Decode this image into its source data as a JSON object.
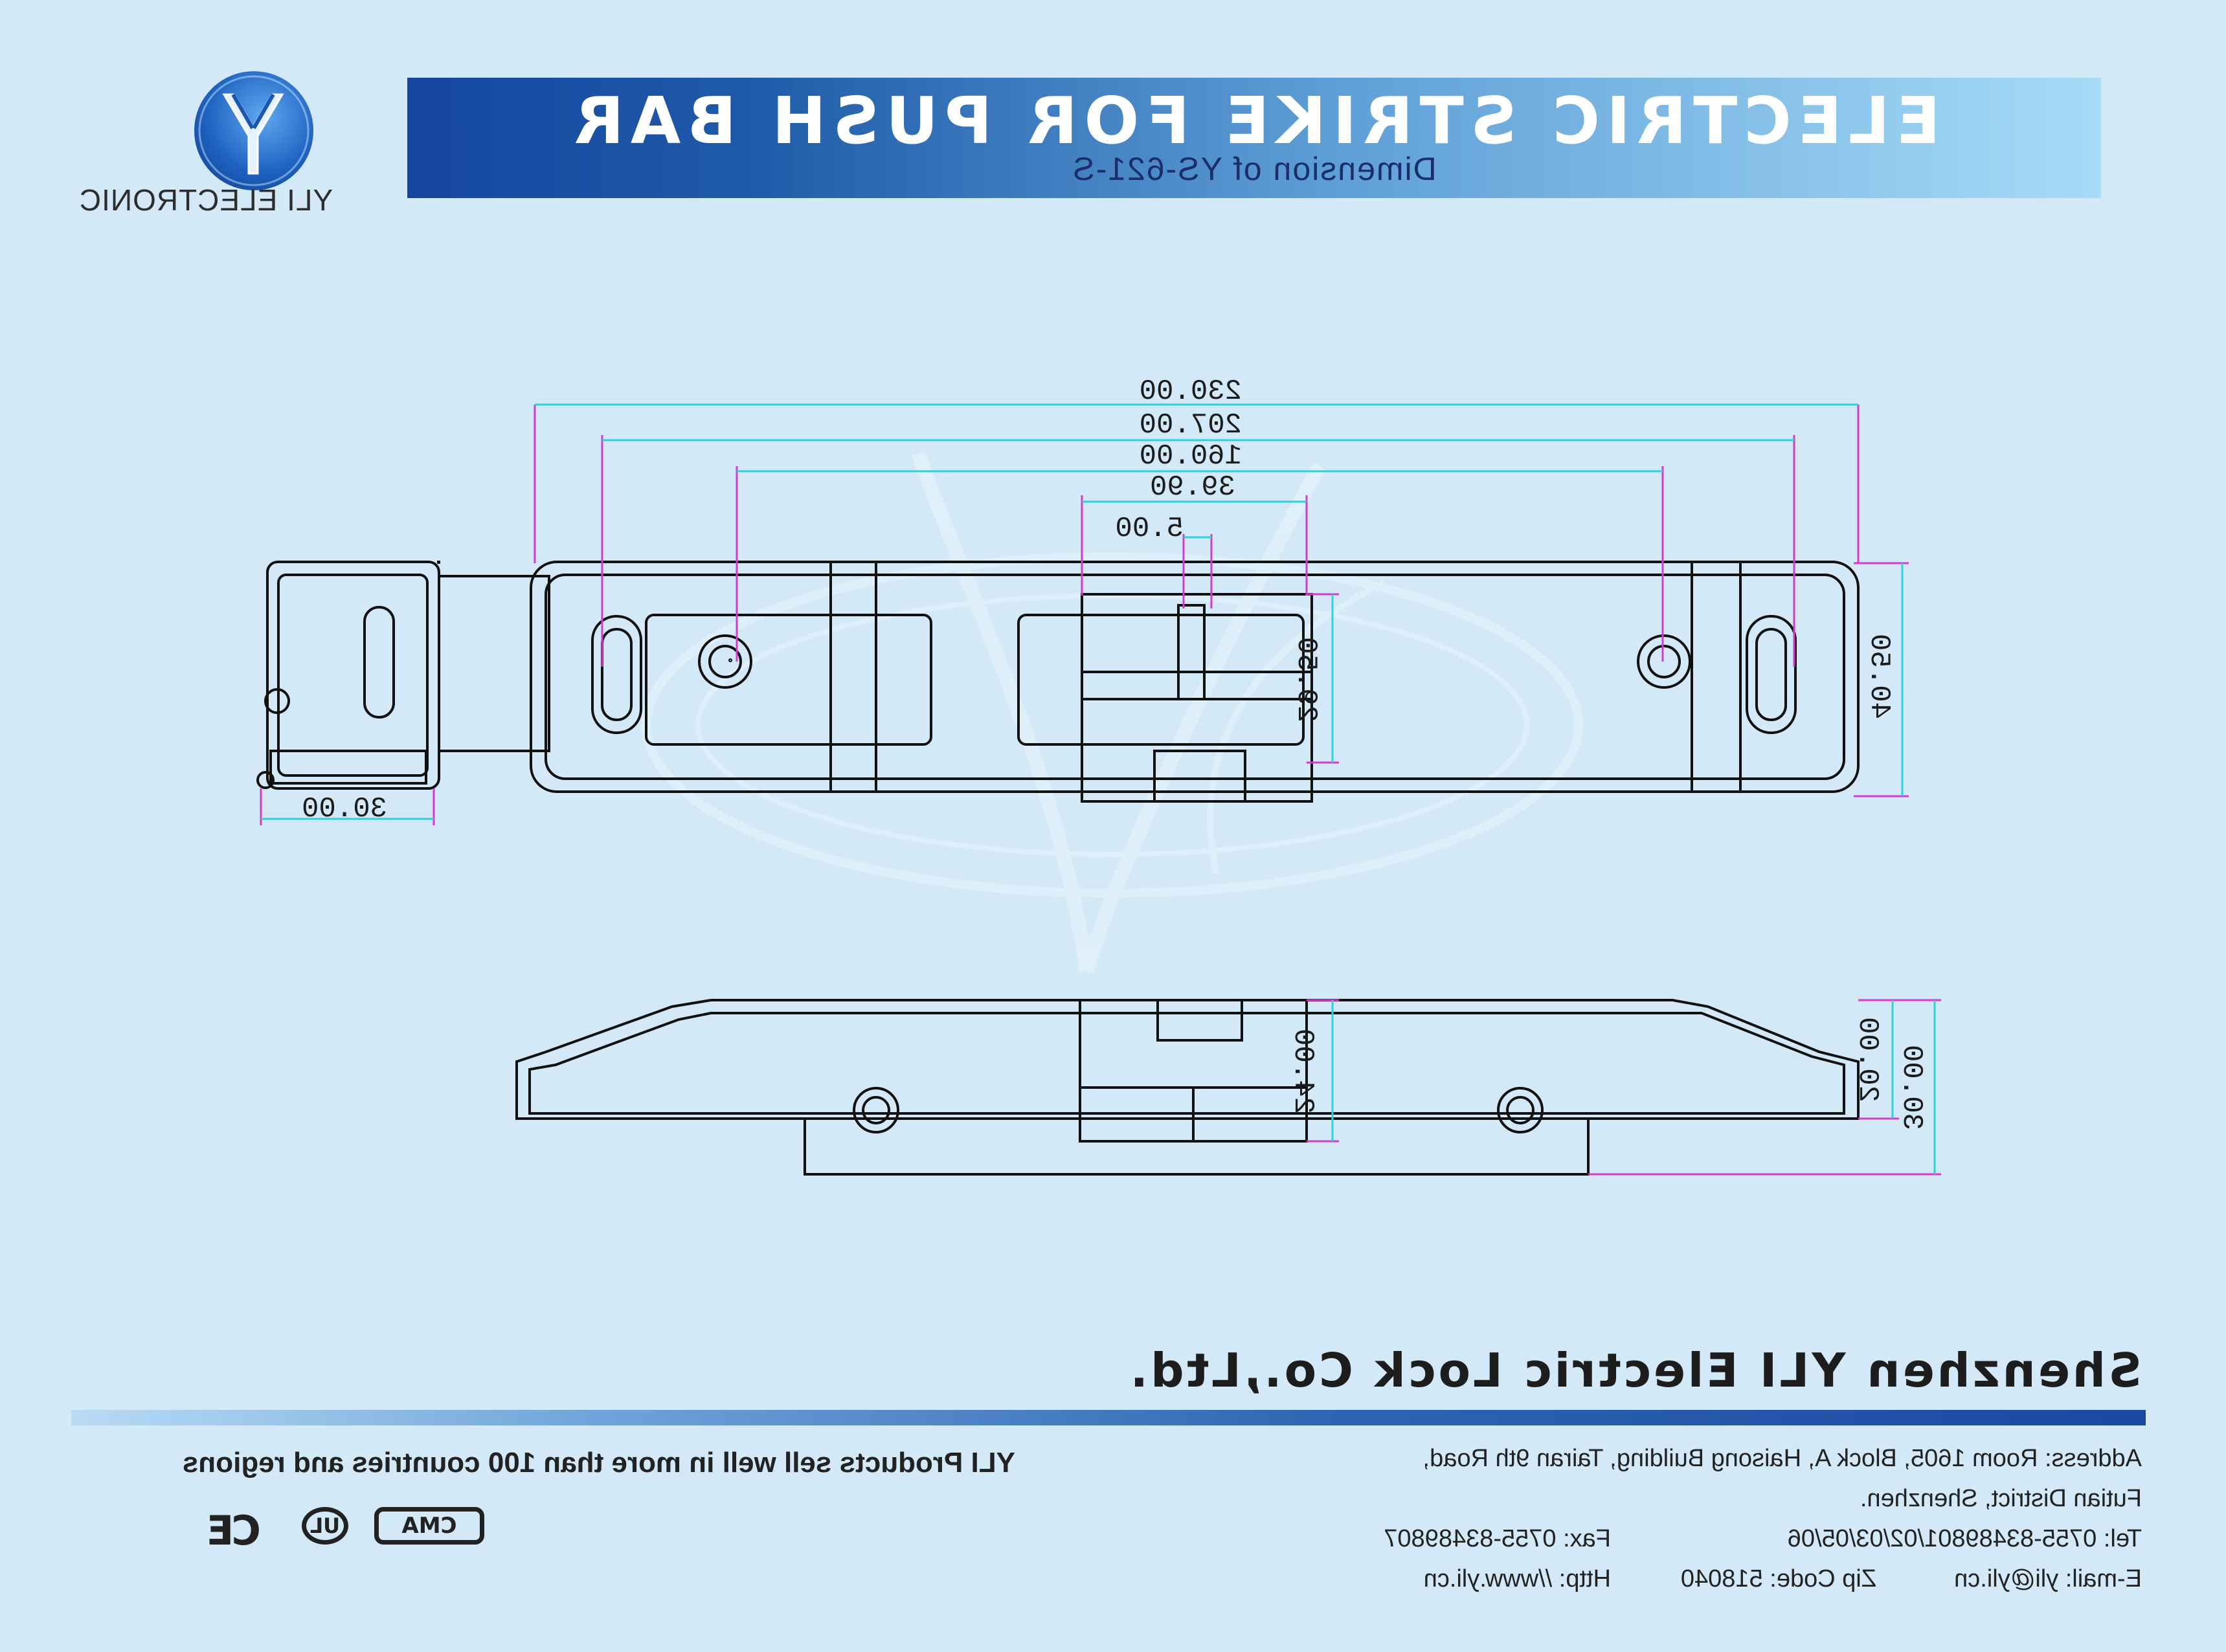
{
  "header": {
    "title": "ELECTRIC STRIKE FOR PUSH BAR",
    "subtitle": "Dimension of YS-621-S"
  },
  "brand": {
    "logo_letter": "Y",
    "logo_text": "YLI ELECTRONIC"
  },
  "drawing": {
    "dimensions": {
      "overall_length": "230.00",
      "mounting_holes_outer": "207.00",
      "mounting_holes_inner": "160.00",
      "strike_width": "39.90",
      "keeper_width": "5.00",
      "plate_height": "40.50",
      "strike_depth": "29.50",
      "side_width": "30.00",
      "front_depth_small": "24.00",
      "front_height_small": "20.00",
      "front_height_total": "30.00"
    }
  },
  "footer": {
    "company": "Shenzhen YLI Electric Lock Co.,Ltd.",
    "address_line1": "Address: Room 1605, Block A, Haisong Building, Tairan 9th Road,",
    "address_line2": "Futian District, Shenzhen.",
    "tel": "Tel: 0755-83489801/02/03/05/06",
    "fax": "Fax: 0755-83489807",
    "email": "E-mail: yli@yli.cn",
    "zip": "Zip Code: 518040",
    "http": "Http: //www.yli.cn",
    "slogan": "YLI Products sell well in more than 100 countries and regions",
    "certifications": [
      "CE",
      "UL",
      "CMA"
    ]
  },
  "colors": {
    "background": "#d3e9f7",
    "banner_dark": "#1546a0",
    "banner_light": "#a6dcf7",
    "dimension_line": "#2fd0dd",
    "extension_line": "#d23ad2",
    "outline": "#111111"
  }
}
